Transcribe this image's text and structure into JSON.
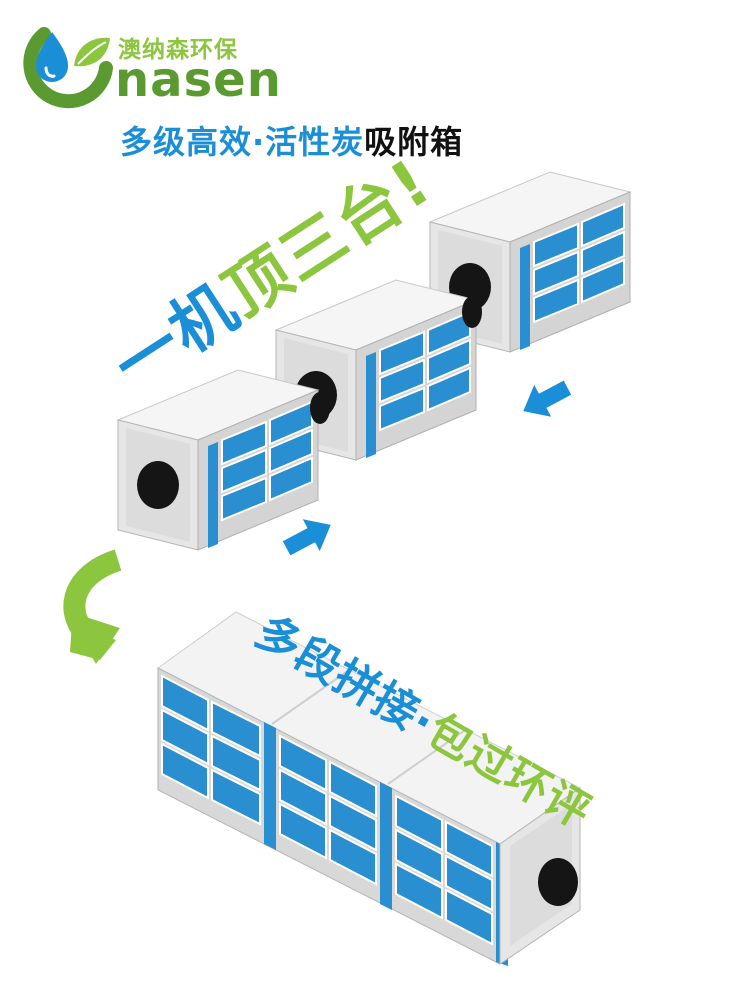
{
  "brand": {
    "name_cn": "澳纳森环保",
    "name_en": "nasen"
  },
  "headline": {
    "part1": "多级高效·活性炭",
    "part2": "吸附箱"
  },
  "slogan_top": {
    "part1": "一机",
    "part2": "顶三台!"
  },
  "slogan_bottom": {
    "part1": "多段拼接·",
    "part2": "包过环评"
  },
  "colors": {
    "brand_blue": "#1a8fd8",
    "brand_green": "#8cc63f",
    "dark_green": "#5a9a30",
    "panel_blue": "#2a8fd0",
    "box_gray": "#e8e8e8"
  },
  "icons": [
    "logo-droplet-leaf-icon",
    "arrow-right-icon",
    "arrow-left-icon",
    "curved-arrow-down-icon"
  ]
}
